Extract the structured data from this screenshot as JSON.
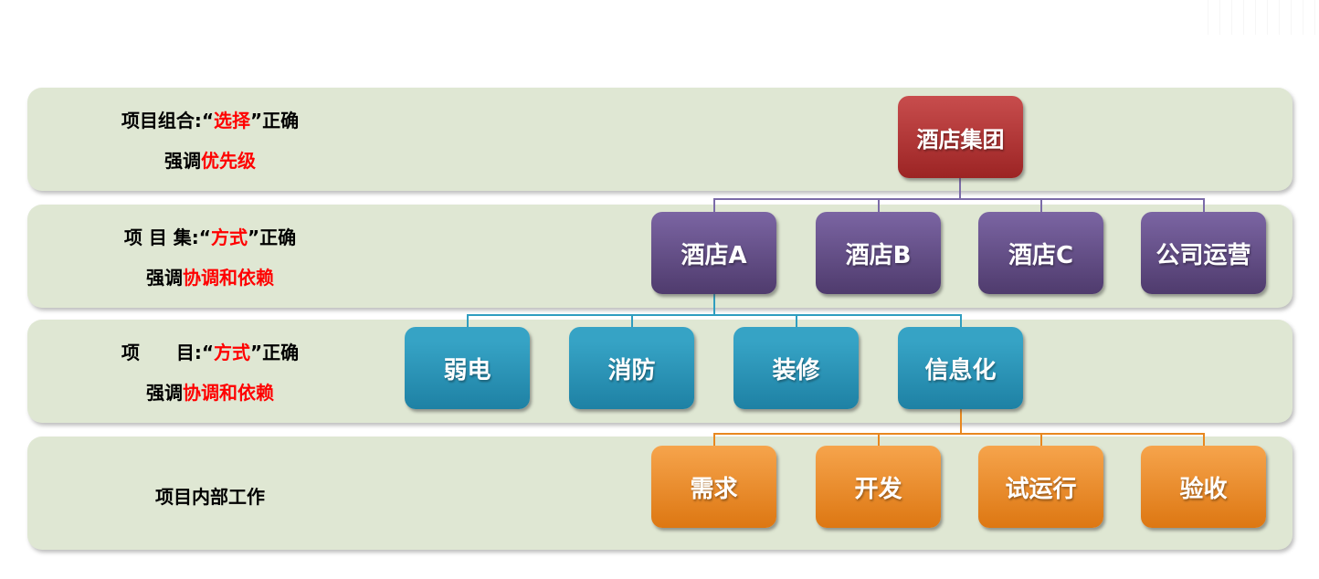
{
  "palette": {
    "band_bg": "#dfe7d3",
    "red_top": "#c84d4d",
    "red_bottom": "#9c2424",
    "purple_top": "#7b65a3",
    "purple_bottom": "#4f3b6d",
    "teal_top": "#36a3c5",
    "teal_bottom": "#1e81a4",
    "orange_top": "#f6a44c",
    "orange_bottom": "#dd7712",
    "connector_purple": "#7b6ba8",
    "connector_teal": "#2f9dbf",
    "connector_orange": "#e8881f",
    "label_black": "#000000",
    "label_red": "#ff0000",
    "node_text": "#ffffff"
  },
  "bands": [
    {
      "name": "项目组合",
      "line1": {
        "pre": "项目组合:“",
        "em": "选择",
        "post": "”正确"
      },
      "line2": {
        "pre": "强调",
        "em": "优先级"
      }
    },
    {
      "name": "项目集",
      "line1": {
        "pre": "项 目 集:“",
        "em": "方式",
        "post": "”正确"
      },
      "line2": {
        "pre": "强调",
        "em": "协调和依赖"
      }
    },
    {
      "name": "项目",
      "line1": {
        "pre": "项　　目:“",
        "em": "方式",
        "post": "”正确"
      },
      "line2": {
        "pre": "强调",
        "em": "协调和依赖"
      }
    },
    {
      "name": "项目内部工作",
      "line1": {
        "pre": "项目内部工作"
      }
    }
  ],
  "org": {
    "root": {
      "label": "酒店集团"
    },
    "level2": [
      {
        "label": "酒店A"
      },
      {
        "label": "酒店B"
      },
      {
        "label": "酒店C"
      },
      {
        "label": "公司运营"
      }
    ],
    "level3": [
      {
        "label": "弱电"
      },
      {
        "label": "消防"
      },
      {
        "label": "装修"
      },
      {
        "label": "信息化"
      }
    ],
    "level4": [
      {
        "label": "需求"
      },
      {
        "label": "开发"
      },
      {
        "label": "试运行"
      },
      {
        "label": "验收"
      }
    ]
  }
}
